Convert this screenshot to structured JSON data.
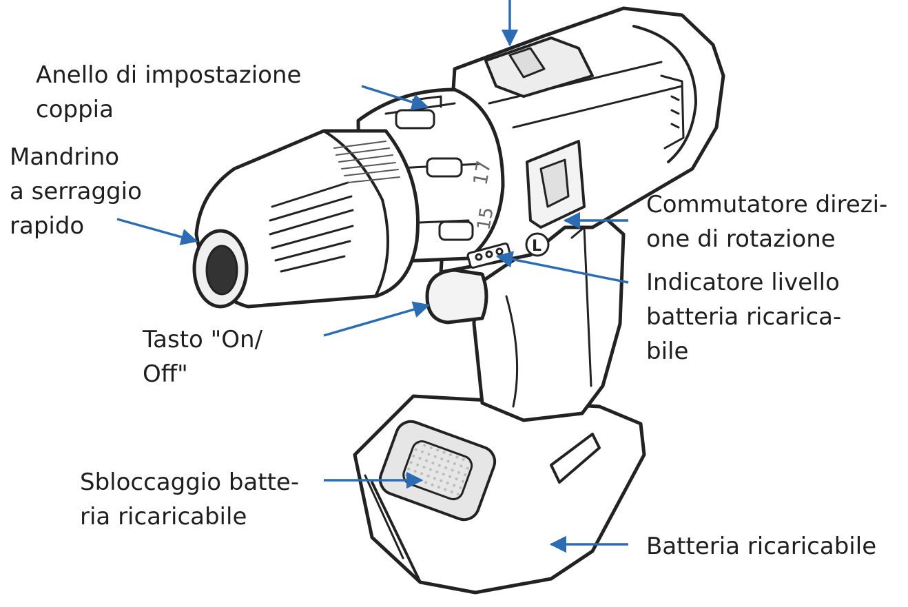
{
  "labels": {
    "torque_ring": [
      "Anello di impostazione",
      "coppia"
    ],
    "chuck": [
      "Mandrino",
      "a serraggio",
      "rapido"
    ],
    "on_off": [
      "Tasto \"On/",
      "Off\""
    ],
    "battery_release": [
      "Sbloccaggio batte-",
      "ria ricaricabile"
    ],
    "direction_switch": [
      "Commutatore direzi-",
      "one di rotazione"
    ],
    "battery_indicator": [
      "Indicatore livello",
      "batteria ricarica-",
      "bile"
    ],
    "battery": [
      "Batteria ricaricabile"
    ]
  },
  "markings": {
    "dial_numbers": [
      "15",
      "17"
    ],
    "direction_letter": "L"
  },
  "colors": {
    "arrow": "#2b6cb3",
    "outline": "#222222",
    "shade": "#d8d8d8",
    "text": "#1e1e1e"
  }
}
